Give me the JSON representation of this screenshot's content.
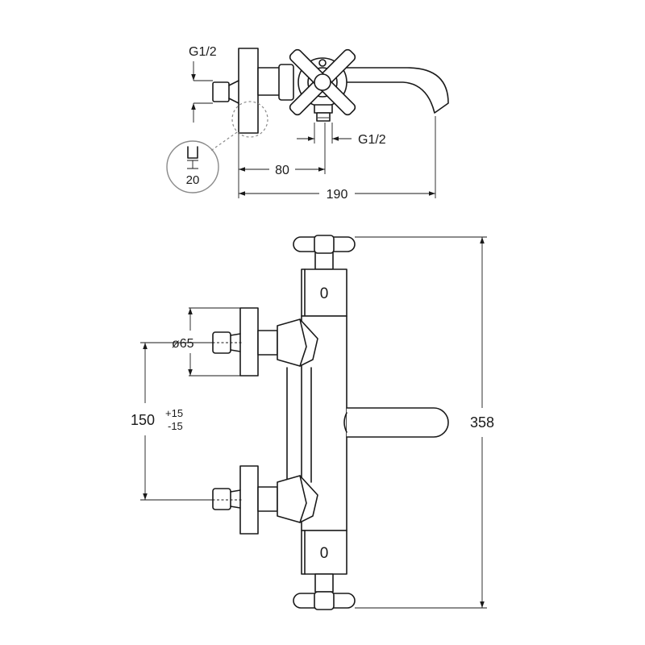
{
  "dimensions": {
    "top_inlet_thread": "G1/2",
    "outlet_thread": "G1/2",
    "wall_to_valve": "80",
    "total_projection": "190",
    "detail_depth": "20",
    "rosette_diameter": "ø65",
    "center_distance": "150",
    "center_tolerance_plus": "+15",
    "center_tolerance_minus": "-15",
    "total_height": "358",
    "cartridge_top_mark": "0",
    "cartridge_bottom_mark": "0"
  },
  "colors": {
    "line": "#1a1a1a",
    "detail_gray": "#8a8a8a"
  }
}
